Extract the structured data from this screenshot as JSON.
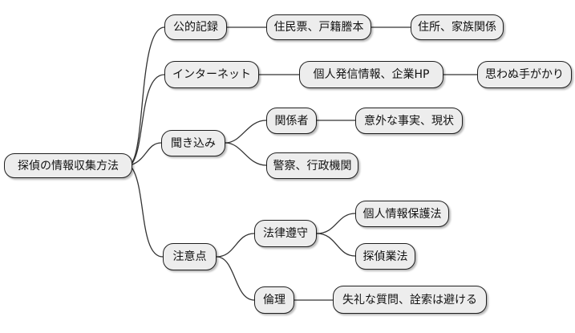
{
  "diagram": {
    "type": "mindmap",
    "background_color": "#ffffff",
    "node_fill_color": "#ededed",
    "node_border_color": "#1f1f1f",
    "node_text_color": "#111111",
    "connector_color": "#333333",
    "nodes": {
      "root": "探偵の情報収集方法",
      "public_records": "公的記録",
      "resident_register": "住民票、戸籍謄本",
      "address_family": "住所、家族関係",
      "internet": "インターネット",
      "personal_info_company_hp": "個人発信情報、企業HP",
      "unexpected_clues": "思わぬ手がかり",
      "interviews": "聞き込み",
      "related_people": "関係者",
      "surprising_facts": "意外な事実、現状",
      "police_agencies": "警察、行政機関",
      "cautions": "注意点",
      "legal_compliance": "法律遵守",
      "privacy_law": "個人情報保護法",
      "detective_business_law": "探偵業法",
      "ethics": "倫理",
      "avoid_rude_questions": "失礼な質問、詮索は避ける"
    },
    "edges": [
      {
        "from": "root",
        "to": "public_records"
      },
      {
        "from": "public_records",
        "to": "resident_register"
      },
      {
        "from": "resident_register",
        "to": "address_family"
      },
      {
        "from": "root",
        "to": "internet"
      },
      {
        "from": "internet",
        "to": "personal_info_company_hp"
      },
      {
        "from": "personal_info_company_hp",
        "to": "unexpected_clues"
      },
      {
        "from": "root",
        "to": "interviews"
      },
      {
        "from": "interviews",
        "to": "related_people"
      },
      {
        "from": "related_people",
        "to": "surprising_facts"
      },
      {
        "from": "interviews",
        "to": "police_agencies"
      },
      {
        "from": "root",
        "to": "cautions"
      },
      {
        "from": "cautions",
        "to": "legal_compliance"
      },
      {
        "from": "legal_compliance",
        "to": "privacy_law"
      },
      {
        "from": "legal_compliance",
        "to": "detective_business_law"
      },
      {
        "from": "cautions",
        "to": "ethics"
      },
      {
        "from": "ethics",
        "to": "avoid_rude_questions"
      }
    ]
  }
}
